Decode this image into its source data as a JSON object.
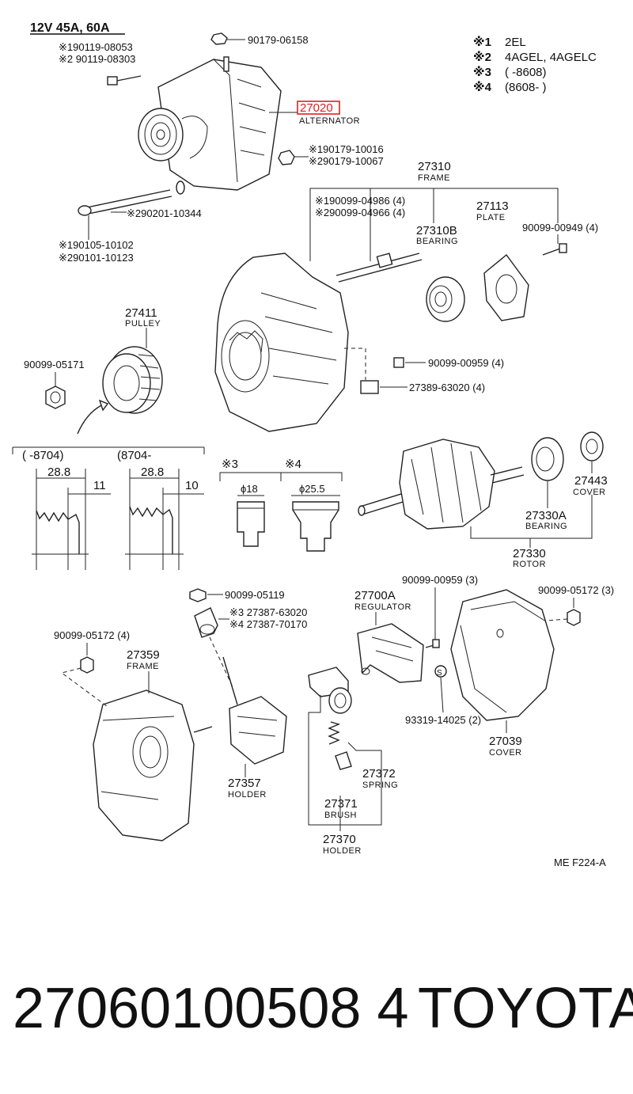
{
  "header": {
    "spec": "12V 45A, 60A"
  },
  "legend": [
    {
      "mark": "※1",
      "text": "2EL"
    },
    {
      "mark": "※2",
      "text": "4AGEL, 4AGELC"
    },
    {
      "mark": "※3",
      "text": "(        -8608)"
    },
    {
      "mark": "※4",
      "text": "(8608-        )"
    }
  ],
  "parts": {
    "bolt_9011908053": "※190119-08053",
    "bolt_9011908303": "※2 90119-08303",
    "nut_9017906158": "90179-06158",
    "alternator_num": "27020",
    "alternator_name": "ALTERNATOR",
    "nut_9017910016": "※190179-10016",
    "nut_9017910067": "※290179-10067",
    "washer_9020110344": "※290201-10344",
    "bolt_9010510102": "※190105-10102",
    "bolt_9010110123": "※290101-10123",
    "frame_num": "27310",
    "frame_name": "FRAME",
    "stud_9009904986": "※190099-04986 (4)",
    "stud_9009904966": "※290099-04966 (4)",
    "plate_num": "27113",
    "plate_name": "PLATE",
    "bearing_num": "27310B",
    "bearing_name": "BEARING",
    "screw_9009900949": "90099-00949 (4)",
    "pulley_num": "27411",
    "pulley_name": "PULLEY",
    "nut_9009905171": "90099-05171",
    "screw_9009900959a": "90099-00959 (4)",
    "insulator_2738963020": "27389-63020 (4)",
    "cover_27443_num": "27443",
    "cover_27443_name": "COVER",
    "bearing_27330a_num": "27330A",
    "bearing_27330a_name": "BEARING",
    "rotor_num": "27330",
    "rotor_name": "ROTOR",
    "nut_9009905119": "90099-05119",
    "ins_2738763020": "※3 27387-63020",
    "ins_2738770170": "※4 27387-70170",
    "regulator_num": "27700A",
    "regulator_name": "REGULATOR",
    "screw_9009900959b": "90099-00959 (3)",
    "nut_9009905172a": "90099-05172 (3)",
    "nut_9009905172b": "90099-05172 (4)",
    "frame_27359_num": "27359",
    "frame_27359_name": "FRAME",
    "holder_27357_num": "27357",
    "holder_27357_name": "HOLDER",
    "spring_num": "27372",
    "spring_name": "SPRING",
    "brush_num": "27371",
    "brush_name": "BRUSH",
    "holder_27370_num": "27370",
    "holder_27370_name": "HOLDER",
    "washer_9331914025": "93319-14025 (2)",
    "cover_27039_num": "27039",
    "cover_27039_name": "COVER",
    "washer_mark": "S"
  },
  "pulley_detail": {
    "left_range": "(      -8704)",
    "right_range": "(8704-          ",
    "left_dim_a": "28.8",
    "left_dim_b": "11",
    "right_dim_a": "28.8",
    "right_dim_b": "10"
  },
  "insulator_detail": {
    "mark3": "※3",
    "mark4": "※4",
    "dia3": "ϕ18",
    "dia4": "ϕ25.5"
  },
  "diagram_code": "ME F224-A",
  "footer": {
    "part_code": "27060100508 4",
    "brand": "TOYOTA"
  }
}
